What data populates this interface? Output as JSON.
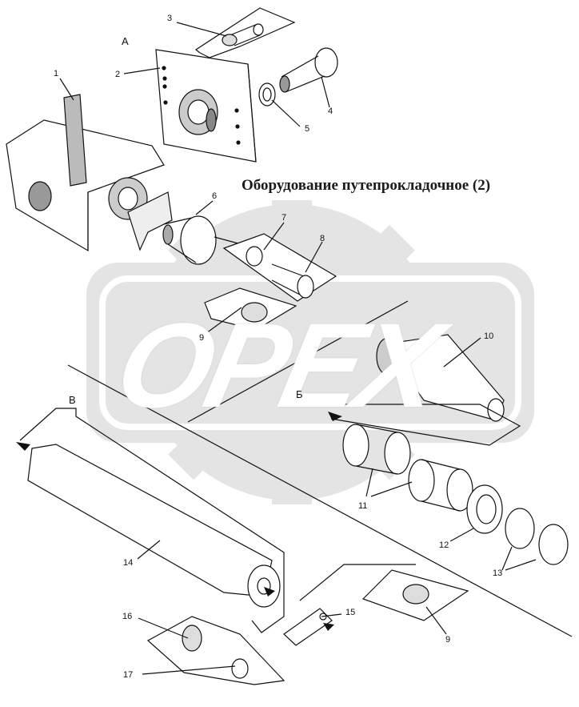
{
  "title": "Оборудование путепрокладочное (2)",
  "watermark": {
    "text": "OPEX",
    "color": "#e3e3e3"
  },
  "views": {
    "a": "А",
    "b": "Б",
    "v": "В"
  },
  "callouts": {
    "c1": "1",
    "c2": "2",
    "c3": "3",
    "c4": "4",
    "c5": "5",
    "c6": "6",
    "c7": "7",
    "c8": "8",
    "c9a": "9",
    "c9b": "9",
    "c10": "10",
    "c11": "11",
    "c12": "12",
    "c13": "13",
    "c14": "14",
    "c15": "15",
    "c16": "16",
    "c17": "17"
  }
}
